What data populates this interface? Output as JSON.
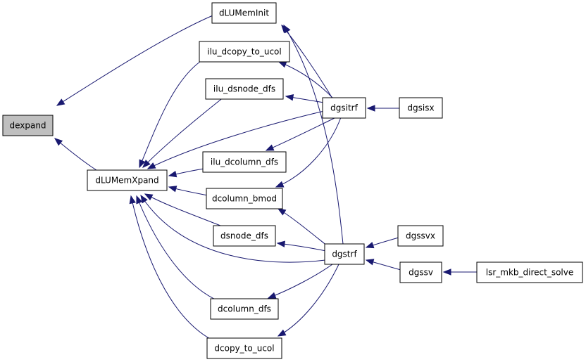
{
  "colors": {
    "edge": "#191970",
    "node_border": "#000000",
    "node_fill": "#ffffff",
    "highlight_fill": "#bfbfbf"
  },
  "nodes": {
    "dexpand": "dexpand",
    "dLUMemInit": "dLUMemInit",
    "ilu_dcopy_to_ucol": "ilu_dcopy_to_ucol",
    "ilu_dsnode_dfs": "ilu_dsnode_dfs",
    "dLUMemXpand": "dLUMemXpand",
    "ilu_dcolumn_dfs": "ilu_dcolumn_dfs",
    "dcolumn_bmod": "dcolumn_bmod",
    "dsnode_dfs": "dsnode_dfs",
    "dcolumn_dfs": "dcolumn_dfs",
    "dcopy_to_ucol": "dcopy_to_ucol",
    "dgsitrf": "dgsitrf",
    "dgsisx": "dgsisx",
    "dgstrf": "dgstrf",
    "dgssvx": "dgssvx",
    "dgssv": "dgssv",
    "lsr_mkb_direct_solve": "lsr_mkb_direct_solve"
  },
  "edges": [
    {
      "from": "dLUMemInit",
      "to": "dexpand"
    },
    {
      "from": "dLUMemXpand",
      "to": "dexpand"
    },
    {
      "from": "ilu_dcopy_to_ucol",
      "to": "dLUMemXpand"
    },
    {
      "from": "ilu_dsnode_dfs",
      "to": "dLUMemXpand"
    },
    {
      "from": "dgsitrf",
      "to": "dLUMemXpand"
    },
    {
      "from": "ilu_dcolumn_dfs",
      "to": "dLUMemXpand"
    },
    {
      "from": "dcolumn_bmod",
      "to": "dLUMemXpand"
    },
    {
      "from": "dsnode_dfs",
      "to": "dLUMemXpand"
    },
    {
      "from": "dgstrf",
      "to": "dLUMemXpand"
    },
    {
      "from": "dcolumn_dfs",
      "to": "dLUMemXpand"
    },
    {
      "from": "dcopy_to_ucol",
      "to": "dLUMemXpand"
    },
    {
      "from": "dgsitrf",
      "to": "dLUMemInit"
    },
    {
      "from": "dgstrf",
      "to": "dLUMemInit"
    },
    {
      "from": "dgsitrf",
      "to": "ilu_dcopy_to_ucol"
    },
    {
      "from": "dgsitrf",
      "to": "ilu_dsnode_dfs"
    },
    {
      "from": "dgsitrf",
      "to": "ilu_dcolumn_dfs"
    },
    {
      "from": "dgsitrf",
      "to": "dcolumn_bmod"
    },
    {
      "from": "dgstrf",
      "to": "dcolumn_bmod"
    },
    {
      "from": "dgstrf",
      "to": "dsnode_dfs"
    },
    {
      "from": "dgstrf",
      "to": "dcolumn_dfs"
    },
    {
      "from": "dgstrf",
      "to": "dcopy_to_ucol"
    },
    {
      "from": "dgsisx",
      "to": "dgsitrf"
    },
    {
      "from": "dgssvx",
      "to": "dgstrf"
    },
    {
      "from": "dgssv",
      "to": "dgstrf"
    },
    {
      "from": "lsr_mkb_direct_solve",
      "to": "dgssv"
    }
  ]
}
